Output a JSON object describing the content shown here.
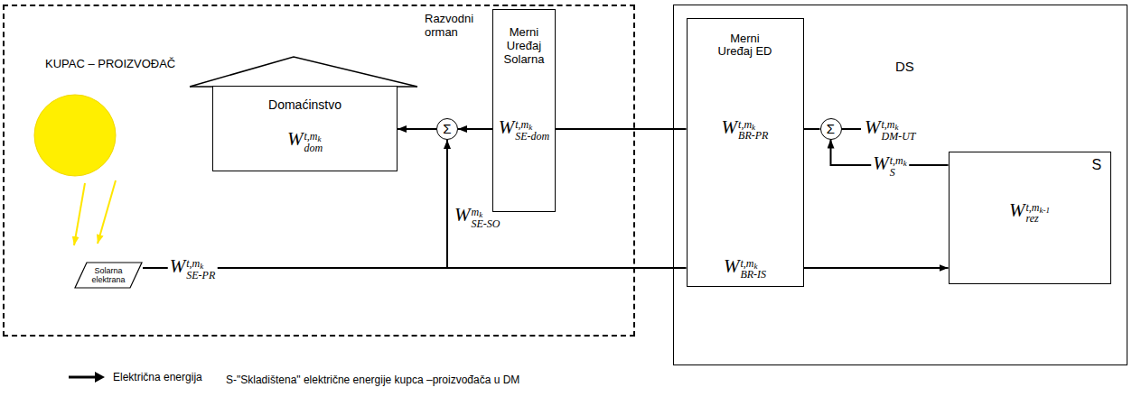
{
  "diagram": {
    "nodes": [
      {
        "text": [
          "KUPAC – PROIZVOĐAČ"
        ]
      },
      {
        "text": [
          "Domaćinstvo",
          "W t,mk dom"
        ],
        "in": 0
      },
      {
        "text": [
          "Σ"
        ],
        "in": 0
      },
      {
        "text": [
          "Merni Uređaj Solarna",
          "W t,mk SE-dom"
        ],
        "in": 0
      },
      {
        "text": [
          "Solarna elektrana"
        ],
        "in": 0
      },
      {
        "text": [
          "DS"
        ]
      },
      {
        "text": [
          "Merni Uređaj ED",
          "W t,mk BR-PR",
          "W t,mk BR-IS"
        ],
        "in": 5
      },
      {
        "text": [
          "Σ"
        ],
        "in": 5
      },
      {
        "text": [
          "S",
          "W t,mk-1 rez"
        ],
        "in": 5
      }
    ],
    "edges": [
      {
        "from": 4,
        "to": 6,
        "arrow": "none"
      },
      {
        "from": 4,
        "to": 2,
        "arrow": "to"
      },
      {
        "from": 3,
        "to": 2,
        "arrow": "to"
      },
      {
        "from": 2,
        "to": 1,
        "arrow": "to"
      },
      {
        "from": 6,
        "to": 3,
        "arrow": "none"
      },
      {
        "from": 6,
        "to": 7,
        "arrow": "none"
      },
      {
        "from": 8,
        "to": 7,
        "arrow": "to"
      },
      {
        "from": 6,
        "to": 8,
        "arrow": "to"
      }
    ],
    "labels": [
      "Razvodni orman",
      "W t,mk SE-PR",
      "W mk SE-SO",
      "W t,mk DM-UT",
      "W t,mk S",
      "S-\"Skladištena\" električne energije kupca –proizvođača u DM"
    ],
    "legend": [
      {
        "text": "Električna energija"
      }
    ]
  }
}
